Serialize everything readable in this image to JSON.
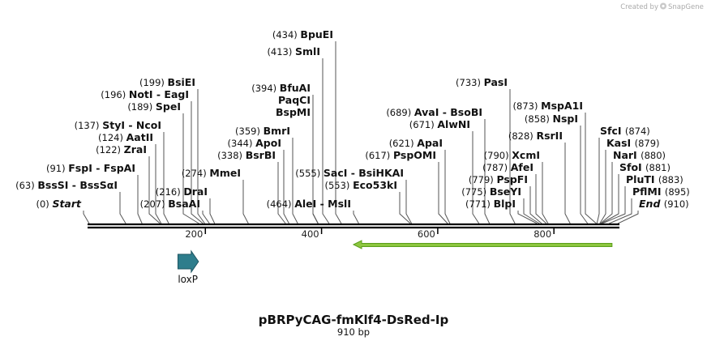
{
  "credit": {
    "prefix": "Created by",
    "app": "SnapGene"
  },
  "title": "pBRPyCAG-fmKlf4-DsRed-Ip",
  "subtitle": "910 bp",
  "sequence_length": 910,
  "axis_ticks": [
    200,
    400,
    600,
    800
  ],
  "colors": {
    "backbone": "#000000",
    "loxP": "#2e7d8c",
    "arrow_fill": "#8dc63f",
    "arrow_border": "#5a9e1b"
  },
  "features": [
    {
      "name": "loxP",
      "label": "loxP",
      "start": 150,
      "end": 184,
      "strand": "+"
    },
    {
      "name": "green-feature",
      "label": "",
      "start": 455,
      "end": 900,
      "strand": "-"
    }
  ],
  "sites": [
    {
      "pos": "(434)",
      "name": "BpuEI",
      "bp": 434
    },
    {
      "pos": "(413)",
      "name": "SmlI",
      "bp": 413
    },
    {
      "pos": "(394)",
      "name": "BfuAI",
      "bp": 394
    },
    {
      "pos": "",
      "name": "PaqCI",
      "bp": 394
    },
    {
      "pos": "",
      "name": "BspMI",
      "bp": 394
    },
    {
      "pos": "(359)",
      "name": "BmrI",
      "bp": 359
    },
    {
      "pos": "(344)",
      "name": "ApoI",
      "bp": 344
    },
    {
      "pos": "(338)",
      "name": "BsrBI",
      "bp": 338
    },
    {
      "pos": "(199)",
      "name": "BsiEI",
      "bp": 199
    },
    {
      "pos": "(196)",
      "name": "NotI - EagI",
      "bp": 196
    },
    {
      "pos": "(189)",
      "name": "SpeI",
      "bp": 189
    },
    {
      "pos": "(137)",
      "name": "StyI - NcoI",
      "bp": 137
    },
    {
      "pos": "(124)",
      "name": "AatII",
      "bp": 124
    },
    {
      "pos": "(122)",
      "name": "ZraI",
      "bp": 122
    },
    {
      "pos": "(91)",
      "name": "FspI - FspAI",
      "bp": 91
    },
    {
      "pos": "(63)",
      "name": "BssSI - BssSαI",
      "bp": 63
    },
    {
      "pos": "(0)",
      "name": "Start",
      "bp": 0,
      "italic": true
    },
    {
      "pos": "(274)",
      "name": "MmeI",
      "bp": 274
    },
    {
      "pos": "(216)",
      "name": "DraI",
      "bp": 216
    },
    {
      "pos": "(207)",
      "name": "BsaAI",
      "bp": 207
    },
    {
      "pos": "(555)",
      "name": "SacI - BsiHKAI",
      "bp": 555
    },
    {
      "pos": "(553)",
      "name": "Eco53kI",
      "bp": 553
    },
    {
      "pos": "(464)",
      "name": "AleI - MslI",
      "bp": 464
    },
    {
      "pos": "(733)",
      "name": "PasI",
      "bp": 733
    },
    {
      "pos": "(689)",
      "name": "AvaI - BsoBI",
      "bp": 689
    },
    {
      "pos": "(671)",
      "name": "AlwNI",
      "bp": 671
    },
    {
      "pos": "(621)",
      "name": "ApaI",
      "bp": 621
    },
    {
      "pos": "(617)",
      "name": "PspOMI",
      "bp": 617
    },
    {
      "pos": "(873)",
      "name": "MspA1I",
      "bp": 873
    },
    {
      "pos": "(858)",
      "name": "NspI",
      "bp": 858
    },
    {
      "pos": "(828)",
      "name": "RsrII",
      "bp": 828
    },
    {
      "pos": "(790)",
      "name": "XcmI",
      "bp": 790
    },
    {
      "pos": "(787)",
      "name": "AfeI",
      "bp": 787
    },
    {
      "pos": "(779)",
      "name": "PspFI",
      "bp": 779
    },
    {
      "pos": "(775)",
      "name": "BseYI",
      "bp": 775
    },
    {
      "pos": "(771)",
      "name": "BlpI",
      "bp": 771
    },
    {
      "pos": "(874)",
      "name": "SfcI",
      "bp": 874,
      "pos_after": true
    },
    {
      "pos": "(879)",
      "name": "KasI",
      "bp": 879,
      "pos_after": true
    },
    {
      "pos": "(880)",
      "name": "NarI",
      "bp": 880,
      "pos_after": true
    },
    {
      "pos": "(881)",
      "name": "SfoI",
      "bp": 881,
      "pos_after": true
    },
    {
      "pos": "(883)",
      "name": "PluTI",
      "bp": 883,
      "pos_after": true
    },
    {
      "pos": "(895)",
      "name": "PflMI",
      "bp": 895,
      "pos_after": true
    },
    {
      "pos": "(910)",
      "name": "End",
      "bp": 910,
      "italic": true,
      "pos_after": true
    }
  ]
}
